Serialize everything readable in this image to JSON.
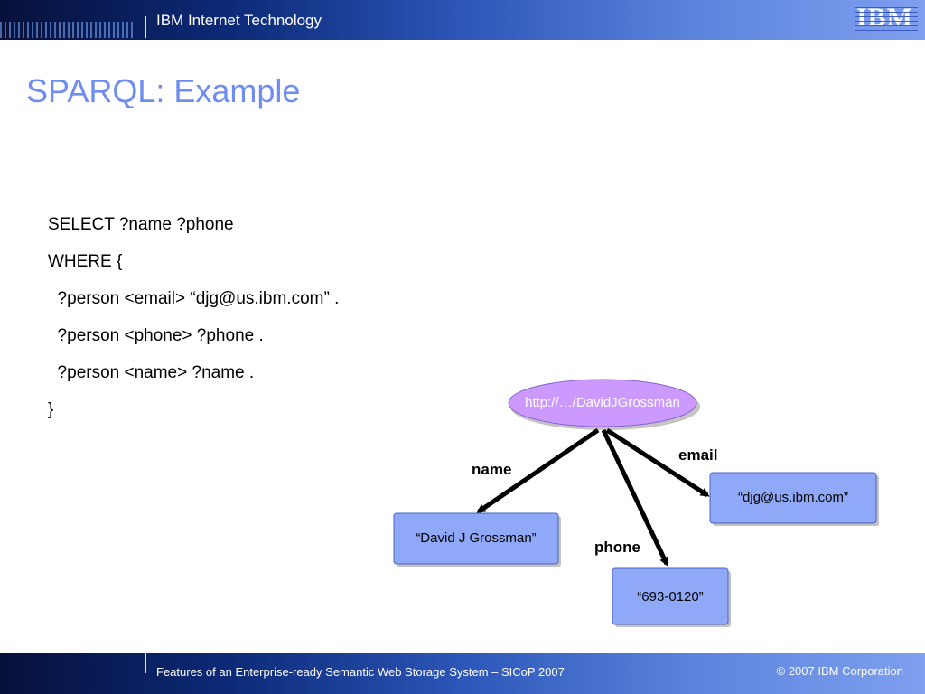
{
  "header": {
    "title": "IBM Internet Technology",
    "logo_text": "IBM"
  },
  "slide": {
    "title": "SPARQL: Example"
  },
  "query": {
    "lines": [
      "SELECT ?name ?phone",
      "WHERE {",
      "  ?person <email> “djg@us.ibm.com” .",
      "  ?person <phone> ?phone .",
      "  ?person <name> ?name .",
      "}"
    ]
  },
  "diagram": {
    "subject": "http://…/DavidJGrossman",
    "edges": {
      "name": "name",
      "email": "email",
      "phone": "phone"
    },
    "objects": {
      "name": "“David J Grossman”",
      "email": "“djg@us.ibm.com”",
      "phone": "“693-0120”"
    },
    "colors": {
      "subject_fill": "#cc99ff",
      "object_fill": "#8fa8f8",
      "arrow": "#000000"
    }
  },
  "footer": {
    "text": "Features of an Enterprise-ready Semantic Web Storage System – SICoP 2007",
    "copyright": "© 2007 IBM Corporation"
  }
}
